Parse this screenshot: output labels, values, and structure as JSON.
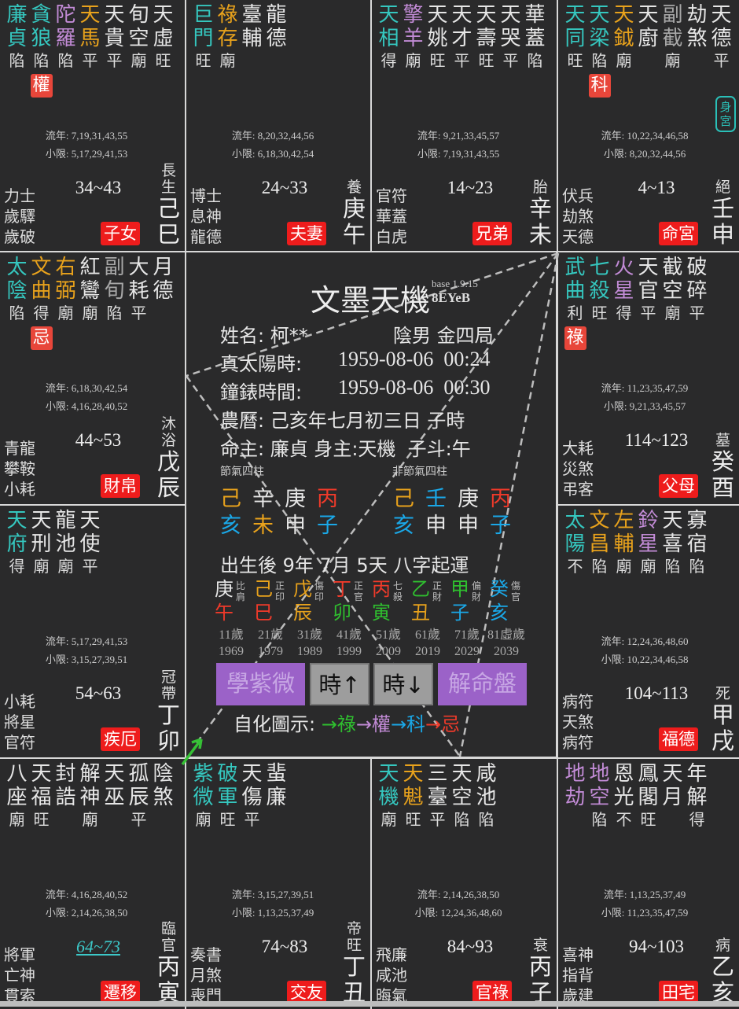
{
  "colors": {
    "cyan": "#35c7bf",
    "orange": "#e8a21c",
    "purple": "#c28bd6",
    "white": "#e6e6e6",
    "gray": "#a8a8a8",
    "red": "#f03a2a",
    "blue": "#1aa8e8",
    "green": "#2fbf2f",
    "badge": "#ee1c1c"
  },
  "labels": {
    "liunian": "流年: ",
    "xiaoxian": "小限: ",
    "body_palace": "身宮"
  },
  "palaces": [
    {
      "stars": [
        {
          "t": "廉貞",
          "c": "cyan",
          "b": "陷"
        },
        {
          "t": "貪狼",
          "c": "cyan",
          "b": "陷",
          "hua": "權"
        },
        {
          "t": "陀羅",
          "c": "purple",
          "b": "陷"
        },
        {
          "t": "天馬",
          "c": "orange",
          "b": "平"
        },
        {
          "t": "天貴",
          "c": "white",
          "b": "平"
        },
        {
          "t": "旬空",
          "c": "white",
          "b": "廟"
        },
        {
          "t": "天虛",
          "c": "white",
          "b": "旺"
        }
      ],
      "liunian": "7,19,31,43,55",
      "xiaoxian": "5,17,29,41,53",
      "gods": [
        "力士",
        "歲驛",
        "歲破"
      ],
      "decade": "34~43",
      "cs": "長生",
      "stem": "己",
      "branch": "巳",
      "name": "子女"
    },
    {
      "stars": [
        {
          "t": "巨門",
          "c": "cyan",
          "b": "旺"
        },
        {
          "t": "祿存",
          "c": "orange",
          "b": "廟"
        },
        {
          "t": "臺輔",
          "c": "white",
          "b": ""
        },
        {
          "t": "龍德",
          "c": "white",
          "b": ""
        }
      ],
      "liunian": "8,20,32,44,56",
      "xiaoxian": "6,18,30,42,54",
      "gods": [
        "博士",
        "息神",
        "龍德"
      ],
      "decade": "24~33",
      "cs": "養",
      "stem": "庚",
      "branch": "午",
      "name": "夫妻"
    },
    {
      "stars": [
        {
          "t": "天相",
          "c": "cyan",
          "b": "得"
        },
        {
          "t": "擎羊",
          "c": "purple",
          "b": "廟"
        },
        {
          "t": "天姚",
          "c": "white",
          "b": "旺"
        },
        {
          "t": "天才",
          "c": "white",
          "b": "平"
        },
        {
          "t": "天壽",
          "c": "white",
          "b": "旺"
        },
        {
          "t": "天哭",
          "c": "white",
          "b": "平"
        },
        {
          "t": "華蓋",
          "c": "white",
          "b": "陷"
        }
      ],
      "liunian": "9,21,33,45,57",
      "xiaoxian": "7,19,31,43,55",
      "gods": [
        "官符",
        "華蓋",
        "白虎"
      ],
      "decade": "14~23",
      "cs": "胎",
      "stem": "辛",
      "branch": "未",
      "name": "兄弟"
    },
    {
      "stars": [
        {
          "t": "天同",
          "c": "cyan",
          "b": "旺"
        },
        {
          "t": "天梁",
          "c": "cyan",
          "b": "陷",
          "hua": "科"
        },
        {
          "t": "天鉞",
          "c": "orange",
          "b": "廟"
        },
        {
          "t": "天廚",
          "c": "white",
          "b": ""
        },
        {
          "t": "副截",
          "c": "gray",
          "b": "廟"
        },
        {
          "t": "劫煞",
          "c": "white",
          "b": ""
        },
        {
          "t": "天德",
          "c": "white",
          "b": "平"
        }
      ],
      "body": true,
      "liunian": "10,22,34,46,58",
      "xiaoxian": "8,20,32,44,56",
      "gods": [
        "伏兵",
        "劫煞",
        "天德"
      ],
      "decade": "4~13",
      "cs": "絕",
      "stem": "壬",
      "branch": "申",
      "name": "命宮"
    },
    {
      "stars": [
        {
          "t": "太陰",
          "c": "cyan",
          "b": "陷"
        },
        {
          "t": "文曲",
          "c": "orange",
          "b": "得",
          "hua": "忌"
        },
        {
          "t": "右弼",
          "c": "orange",
          "b": "廟"
        },
        {
          "t": "紅鸞",
          "c": "white",
          "b": "廟"
        },
        {
          "t": "副旬",
          "c": "gray",
          "b": "陷"
        },
        {
          "t": "大耗",
          "c": "white",
          "b": "平"
        },
        {
          "t": "月德",
          "c": "white",
          "b": ""
        }
      ],
      "liunian": "6,18,30,42,54",
      "xiaoxian": "4,16,28,40,52",
      "gods": [
        "青龍",
        "攀鞍",
        "小耗"
      ],
      "decade": "44~53",
      "cs": "沐浴",
      "stem": "戊",
      "branch": "辰",
      "name": "財帛"
    },
    {
      "stars": [
        {
          "t": "武曲",
          "c": "cyan",
          "b": "利",
          "hua": "祿"
        },
        {
          "t": "七殺",
          "c": "cyan",
          "b": "旺"
        },
        {
          "t": "火星",
          "c": "purple",
          "b": "得"
        },
        {
          "t": "天官",
          "c": "white",
          "b": "平"
        },
        {
          "t": "截空",
          "c": "white",
          "b": "廟"
        },
        {
          "t": "破碎",
          "c": "white",
          "b": "平"
        }
      ],
      "liunian": "11,23,35,47,59",
      "xiaoxian": "9,21,33,45,57",
      "gods": [
        "大耗",
        "災煞",
        "弔客"
      ],
      "decade": "114~123",
      "cs": "墓",
      "stem": "癸",
      "branch": "酉",
      "name": "父母"
    },
    {
      "stars": [
        {
          "t": "天府",
          "c": "cyan",
          "b": "得"
        },
        {
          "t": "天刑",
          "c": "white",
          "b": "廟"
        },
        {
          "t": "龍池",
          "c": "white",
          "b": "廟"
        },
        {
          "t": "天使",
          "c": "white",
          "b": "平"
        }
      ],
      "liunian": "5,17,29,41,53",
      "xiaoxian": "3,15,27,39,51",
      "gods": [
        "小耗",
        "將星",
        "官符"
      ],
      "decade": "54~63",
      "cs": "冠帶",
      "stem": "丁",
      "branch": "卯",
      "name": "疾厄"
    },
    {
      "stars": [
        {
          "t": "太陽",
          "c": "cyan",
          "b": "不"
        },
        {
          "t": "文昌",
          "c": "orange",
          "b": "陷"
        },
        {
          "t": "左輔",
          "c": "orange",
          "b": "廟"
        },
        {
          "t": "鈴星",
          "c": "purple",
          "b": "廟"
        },
        {
          "t": "天喜",
          "c": "white",
          "b": "陷"
        },
        {
          "t": "寡宿",
          "c": "white",
          "b": "陷"
        }
      ],
      "liunian": "12,24,36,48,60",
      "xiaoxian": "10,22,34,46,58",
      "gods": [
        "病符",
        "天煞",
        "病符"
      ],
      "decade": "104~113",
      "cs": "死",
      "stem": "甲",
      "branch": "戌",
      "name": "福德"
    },
    {
      "stars": [
        {
          "t": "八座",
          "c": "white",
          "b": "廟"
        },
        {
          "t": "天福",
          "c": "white",
          "b": "旺"
        },
        {
          "t": "封誥",
          "c": "white",
          "b": ""
        },
        {
          "t": "解神",
          "c": "white",
          "b": "廟"
        },
        {
          "t": "天巫",
          "c": "white",
          "b": ""
        },
        {
          "t": "孤辰",
          "c": "white",
          "b": "平"
        },
        {
          "t": "陰煞",
          "c": "white",
          "b": ""
        }
      ],
      "liunian": "4,16,28,40,52",
      "xiaoxian": "2,14,26,38,50",
      "gods": [
        "將軍",
        "亡神",
        "貫索"
      ],
      "decade": "64~73",
      "current": true,
      "cs": "臨官",
      "stem": "丙",
      "branch": "寅",
      "name": "遷移"
    },
    {
      "stars": [
        {
          "t": "紫微",
          "c": "cyan",
          "b": "廟"
        },
        {
          "t": "破軍",
          "c": "cyan",
          "b": "旺"
        },
        {
          "t": "天傷",
          "c": "white",
          "b": "平"
        },
        {
          "t": "蜚廉",
          "c": "white",
          "b": ""
        }
      ],
      "liunian": "3,15,27,39,51",
      "xiaoxian": "1,13,25,37,49",
      "gods": [
        "奏書",
        "月煞",
        "喪門"
      ],
      "decade": "74~83",
      "cs": "帝旺",
      "stem": "丁",
      "branch": "丑",
      "name": "交友"
    },
    {
      "stars": [
        {
          "t": "天機",
          "c": "cyan",
          "b": "廟"
        },
        {
          "t": "天魁",
          "c": "orange",
          "b": "旺"
        },
        {
          "t": "三臺",
          "c": "white",
          "b": "平"
        },
        {
          "t": "天空",
          "c": "white",
          "b": "陷"
        },
        {
          "t": "咸池",
          "c": "white",
          "b": "陷"
        }
      ],
      "liunian": "2,14,26,38,50",
      "xiaoxian": "12,24,36,48,60",
      "gods": [
        "飛廉",
        "咸池",
        "晦氣"
      ],
      "decade": "84~93",
      "cs": "衰",
      "stem": "丙",
      "branch": "子",
      "name": "官祿"
    },
    {
      "stars": [
        {
          "t": "地劫",
          "c": "purple",
          "b": ""
        },
        {
          "t": "地空",
          "c": "purple",
          "b": "陷"
        },
        {
          "t": "恩光",
          "c": "white",
          "b": "不"
        },
        {
          "t": "鳳閣",
          "c": "white",
          "b": "旺"
        },
        {
          "t": "天月",
          "c": "white",
          "b": ""
        },
        {
          "t": "年解",
          "c": "white",
          "b": "得"
        }
      ],
      "liunian": "1,13,25,37,49",
      "xiaoxian": "11,23,35,47,59",
      "gods": [
        "喜神",
        "指背",
        "歲建"
      ],
      "decade": "94~103",
      "cs": "病",
      "stem": "乙",
      "branch": "亥",
      "name": "田宅"
    }
  ],
  "center": {
    "title": "文墨天機",
    "version": "base 1.9.15",
    "code": "8EYeB",
    "name_label": "姓名: 柯**",
    "gender_bureau": "陰男 金四局",
    "solar_label": "真太陽時:",
    "solar_time": "1959-08-06  00:24",
    "clock_label": "鐘錶時間:",
    "clock_time": "1959-08-06  00:30",
    "lunar": "農曆: 己亥年七月初三日 子時",
    "masters": "命主: 廉貞 身主:天機  子斗:午",
    "jieqi_label": "節氣四柱",
    "nonjieqi_label": "非節氣四柱",
    "jieqi": [
      {
        "g": "己",
        "gc": "orange",
        "z": "亥",
        "zc": "blue"
      },
      {
        "g": "辛",
        "gc": "white",
        "z": "未",
        "zc": "orange"
      },
      {
        "g": "庚",
        "gc": "white",
        "z": "申",
        "zc": "white"
      },
      {
        "g": "丙",
        "gc": "red",
        "z": "子",
        "zc": "blue"
      }
    ],
    "nonjieqi": [
      {
        "g": "己",
        "gc": "orange",
        "z": "亥",
        "zc": "blue"
      },
      {
        "g": "壬",
        "gc": "blue",
        "z": "申",
        "zc": "white"
      },
      {
        "g": "庚",
        "gc": "white",
        "z": "申",
        "zc": "white"
      },
      {
        "g": "丙",
        "gc": "red",
        "z": "子",
        "zc": "blue"
      }
    ],
    "start_luck": "出生後 9年 7月 5天 八字起運",
    "luck": [
      {
        "g": "庚",
        "gc": "white",
        "z": "午",
        "zc": "red",
        "ss": "比肩",
        "age": "11歲",
        "year": "1969"
      },
      {
        "g": "己",
        "gc": "orange",
        "z": "巳",
        "zc": "red",
        "ss": "正印",
        "age": "21歲",
        "year": "1979"
      },
      {
        "g": "戊",
        "gc": "orange",
        "z": "辰",
        "zc": "orange",
        "ss": "傷印",
        "age": "31歲",
        "year": "1989"
      },
      {
        "g": "丁",
        "gc": "red",
        "z": "卯",
        "zc": "green",
        "ss": "正官",
        "age": "41歲",
        "year": "1999"
      },
      {
        "g": "丙",
        "gc": "red",
        "z": "寅",
        "zc": "green",
        "ss": "七殺",
        "age": "51歲",
        "year": "2009"
      },
      {
        "g": "乙",
        "gc": "green",
        "z": "丑",
        "zc": "orange",
        "ss": "正財",
        "age": "61歲",
        "year": "2019"
      },
      {
        "g": "甲",
        "gc": "green",
        "z": "子",
        "zc": "blue",
        "ss": "偏財",
        "age": "71歲",
        "year": "2029"
      },
      {
        "g": "癸",
        "gc": "blue",
        "z": "亥",
        "zc": "blue",
        "ss": "傷官",
        "age": "81虛歲",
        "year": "2039"
      }
    ],
    "buttons": {
      "learn": "學紫微",
      "hour_up": "時↑",
      "hour_down": "時↓",
      "interpret": "解命盤"
    },
    "legend_label": "自化圖示: ",
    "legend": [
      {
        "t": "→祿",
        "c": "green"
      },
      {
        "t": "→權",
        "c": "purple"
      },
      {
        "t": "→科",
        "c": "blue"
      },
      {
        "t": "→忌",
        "c": "red"
      }
    ]
  }
}
